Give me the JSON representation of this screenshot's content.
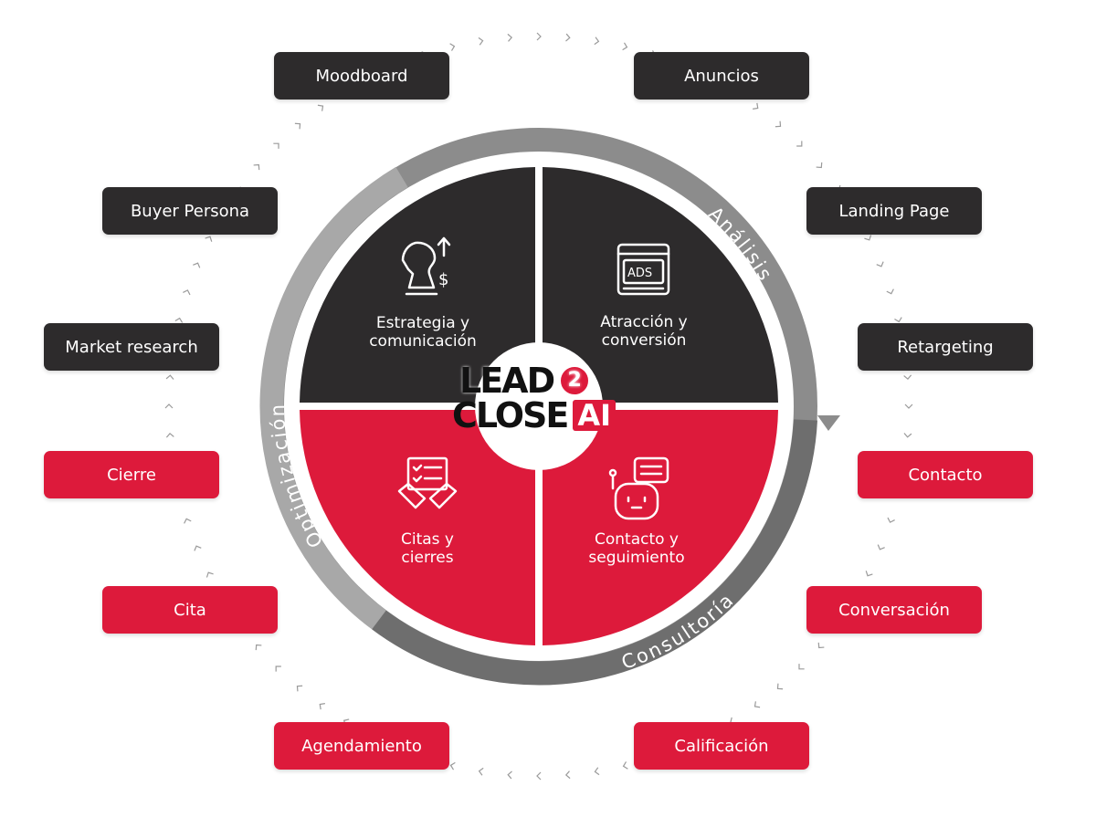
{
  "logo": {
    "line1": "LEAD",
    "badge": "2",
    "line2": "CLOSE",
    "tag": "AI"
  },
  "ring": {
    "top_right": "Análisis",
    "left": "Optimización",
    "bottom": "Consultoría"
  },
  "quadrants": [
    {
      "label1": "Estrategia y",
      "label2": "comunicación",
      "icon": "chess-knight-dollar-icon"
    },
    {
      "label1": "Atracción y",
      "label2": "conversión",
      "icon": "ads-browser-icon",
      "icon_text": "ADS"
    },
    {
      "label1": "Citas y",
      "label2": "cierres",
      "icon": "handshake-checklist-icon"
    },
    {
      "label1": "Contacto y",
      "label2": "seguimiento",
      "icon": "chatbot-icon"
    }
  ],
  "steps": {
    "moodboard": "Moodboard",
    "anuncios": "Anuncios",
    "buyer_persona": "Buyer Persona",
    "landing_page": "Landing Page",
    "market_research": "Market research",
    "retargeting": "Retargeting",
    "cierre": "Cierre",
    "contacto": "Contacto",
    "cita": "Cita",
    "conversacion": "Conversación",
    "agendamiento": "Agendamiento",
    "calificacion": "Calificación"
  },
  "colors": {
    "dark": "#2d2b2c",
    "red": "#dd1a3b",
    "ring_light": "#a8a8a8",
    "ring_mid": "#8c8c8c",
    "ring_dark": "#6e6e6e"
  }
}
